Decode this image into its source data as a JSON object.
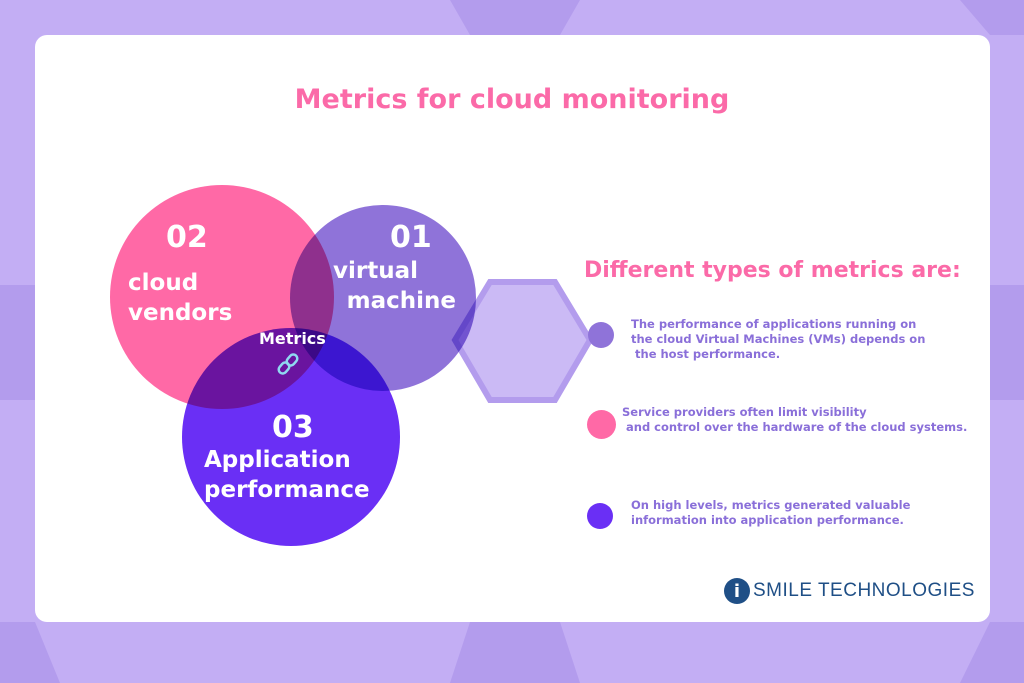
{
  "title": "Metrics for cloud monitoring",
  "venn": {
    "center_label": "Metrics",
    "circles": [
      {
        "number": "02",
        "label_line1": "cloud",
        "label_line2": "vendors",
        "color": "#ff69a6"
      },
      {
        "number": "01",
        "label_line1": "virtual",
        "label_line2": "machine",
        "color": "#8f73d9"
      },
      {
        "number": "03",
        "label_line1": "Application",
        "label_line2": "performance",
        "color": "#6a2ff5"
      }
    ]
  },
  "subtitle": "Different types of metrics are:",
  "items": [
    {
      "text": "The performance of applications running on\nthe cloud Virtual Machines (VMs) depends on\n the host performance.",
      "color": "#8f73d9"
    },
    {
      "text": "Service providers often limit visibility\n and control over the hardware of the cloud systems.",
      "color": "#ff69a6"
    },
    {
      "text": "On high levels, metrics generated valuable\ninformation into application performance.",
      "color": "#6a2ff5"
    }
  ],
  "logo": {
    "i": "i",
    "text": "SMILE TECHNOLOGIES"
  }
}
